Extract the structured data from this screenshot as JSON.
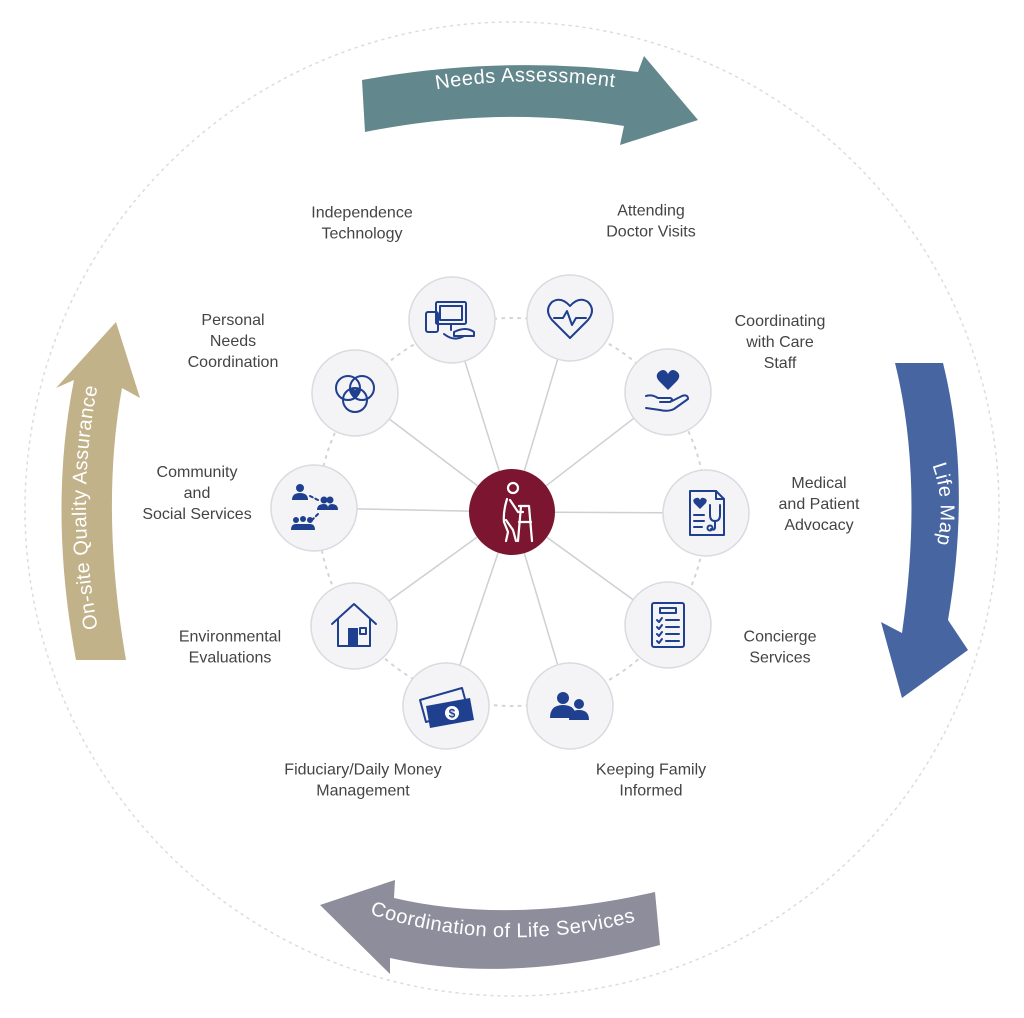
{
  "colors": {
    "icon": "#1f3f8f",
    "center": "#7b1530",
    "arrow_top": "#62878c",
    "arrow_right": "#4766a1",
    "arrow_bottom": "#8e8d9c",
    "arrow_left": "#c2b28a"
  },
  "cycle_arrows": [
    {
      "id": "top",
      "label": "Needs Assessment"
    },
    {
      "id": "right",
      "label": "Life Map"
    },
    {
      "id": "bottom",
      "label": "Coordination of Life Services"
    },
    {
      "id": "left",
      "label": "On-site Quality Assurance"
    }
  ],
  "center": {
    "icon": "person-with-walker-icon"
  },
  "services": [
    {
      "icon": "devices-icon",
      "label": [
        "Independence",
        "Technology"
      ]
    },
    {
      "icon": "heartbeat-icon",
      "label": [
        "Attending",
        "Doctor Visits"
      ]
    },
    {
      "icon": "heart-hand-icon",
      "label": [
        "Coordinating",
        "with Care",
        "Staff"
      ]
    },
    {
      "icon": "medical-report-icon",
      "label": [
        "Medical",
        "and Patient",
        "Advocacy"
      ]
    },
    {
      "icon": "checklist-icon",
      "label": [
        "Concierge",
        "Services"
      ]
    },
    {
      "icon": "family-icon",
      "label": [
        "Keeping Family",
        "Informed"
      ]
    },
    {
      "icon": "money-icon",
      "label": [
        "Fiduciary/Daily Money",
        "Management"
      ]
    },
    {
      "icon": "house-icon",
      "label": [
        "Environmental",
        "Evaluations"
      ]
    },
    {
      "icon": "network-people-icon",
      "label": [
        "Community",
        "and",
        "Social Services"
      ]
    },
    {
      "icon": "venn-heart-icon",
      "label": [
        "Personal",
        "Needs",
        "Coordination"
      ]
    }
  ]
}
